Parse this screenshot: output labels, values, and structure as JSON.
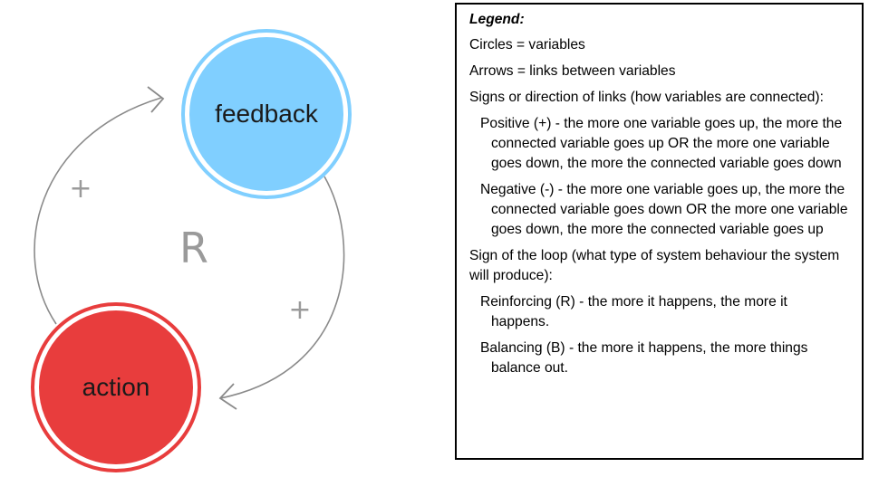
{
  "diagram": {
    "nodes": {
      "feedback": {
        "label": "feedback",
        "fill": "#80cfff",
        "ring": "#80cfff"
      },
      "action": {
        "label": "action",
        "fill": "#e83d3d",
        "ring": "#e83d3d"
      }
    },
    "links": [
      {
        "from": "action",
        "to": "feedback",
        "sign": "+"
      },
      {
        "from": "feedback",
        "to": "action",
        "sign": "+"
      }
    ],
    "loop_sign": "R",
    "arrow_color": "#8a8a8a"
  },
  "legend": {
    "title": "Legend:",
    "items": [
      "Circles = variables",
      "Arrows = links between variables",
      "Signs or direction of links (how variables are connected):",
      "Positive (+) - the more one variable goes up, the more the connected variable goes up OR the more one variable goes down, the more the connected variable goes down",
      "Negative (-) - the more one variable goes up, the more the connected variable goes down OR the more one variable goes down, the more the connected variable goes up",
      "Sign of the loop (what type of system behaviour the system will produce):",
      "Reinforcing (R) - the more it happens, the more it happens.",
      "Balancing (B) - the more it happens, the more things balance out."
    ]
  }
}
